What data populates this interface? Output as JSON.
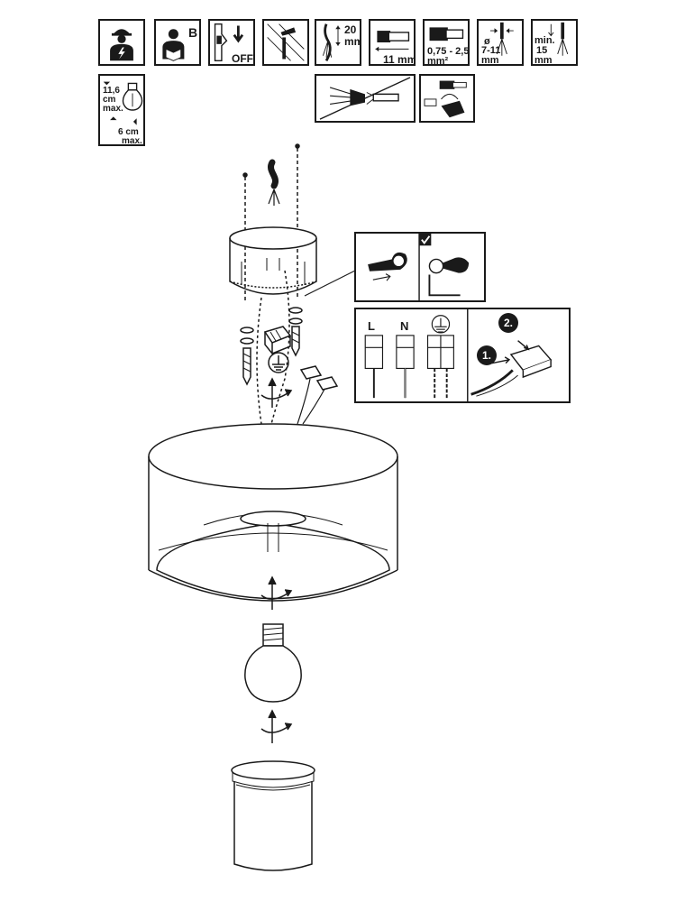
{
  "header_icons": {
    "electrician": {
      "name": "electrician-icon"
    },
    "manual": {
      "letter": "B"
    },
    "power_off": {
      "label": "OFF"
    },
    "strip_length": {
      "value": "20",
      "unit": "mm"
    },
    "insulation_strip": {
      "value": "11 mm"
    },
    "cross_section": {
      "value": "0,75 - 2,5",
      "unit": "mm²"
    },
    "cable_diameter": {
      "symbol": "ø",
      "value": "7-11",
      "unit": "mm"
    },
    "min_length": {
      "prefix": "min.",
      "value": "15",
      "unit": "mm"
    },
    "bulb_size": {
      "height": "11,6",
      "height_unit": "cm",
      "height_suffix": "max.",
      "width": "6 cm",
      "width_suffix": "max."
    }
  },
  "wiring_panel": {
    "terminals": [
      "L",
      "N"
    ]
  },
  "connector_panel": {
    "steps": [
      "1.",
      "2."
    ]
  }
}
